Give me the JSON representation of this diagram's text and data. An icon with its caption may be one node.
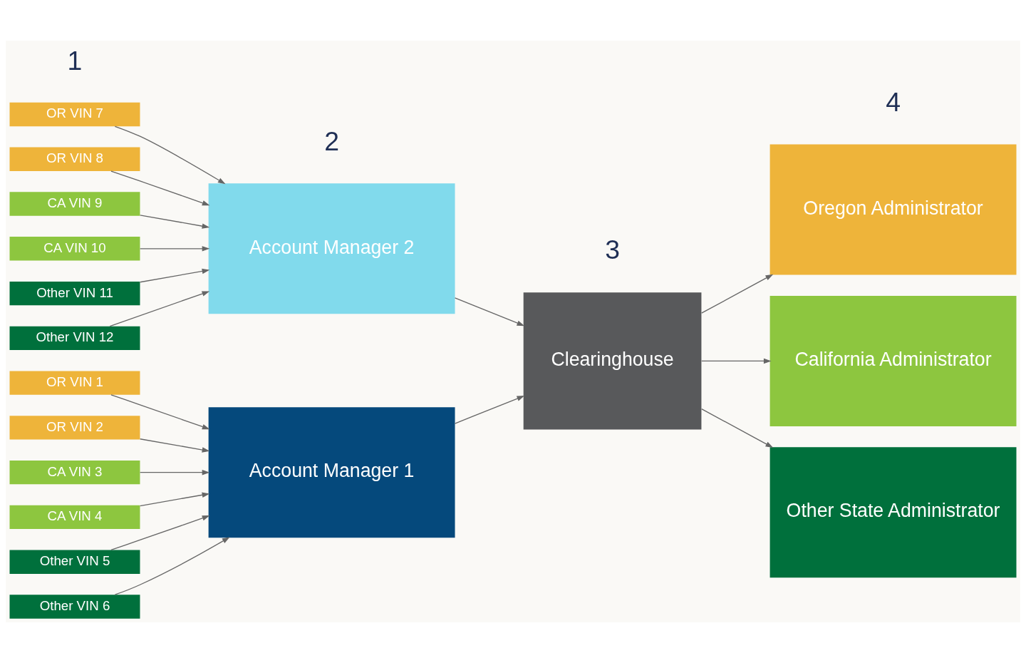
{
  "diagram": {
    "nodes": [
      {
        "text": [
          "OR VIN 1"
        ]
      },
      {
        "text": [
          "OR VIN 2"
        ]
      },
      {
        "text": [
          "CA VIN 3"
        ]
      },
      {
        "text": [
          "CA VIN 4"
        ]
      },
      {
        "text": [
          "Other VIN 5"
        ]
      },
      {
        "text": [
          "Other VIN 6"
        ]
      },
      {
        "text": [
          "Account Manager 1"
        ]
      },
      {
        "text": [
          "OR VIN 7"
        ]
      },
      {
        "text": [
          "OR VIN 8"
        ]
      },
      {
        "text": [
          "CA VIN 9"
        ]
      },
      {
        "text": [
          "CA VIN 10"
        ]
      },
      {
        "text": [
          "Other VIN 11"
        ]
      },
      {
        "text": [
          "Other VIN 12"
        ]
      },
      {
        "text": [
          "Account Manager 2"
        ]
      },
      {
        "text": [
          "Clearinghouse"
        ]
      },
      {
        "text": [
          "Oregon Administrator"
        ]
      },
      {
        "text": [
          "California Administrator"
        ]
      },
      {
        "text": [
          "Other State Administrator"
        ]
      }
    ],
    "edges": [
      {
        "from": 0,
        "to": 6,
        "arrow": "to"
      },
      {
        "from": 1,
        "to": 6,
        "arrow": "to"
      },
      {
        "from": 2,
        "to": 6,
        "arrow": "to"
      },
      {
        "from": 3,
        "to": 6,
        "arrow": "to"
      },
      {
        "from": 4,
        "to": 6,
        "arrow": "to"
      },
      {
        "from": 5,
        "to": 6,
        "arrow": "to"
      },
      {
        "from": 7,
        "to": 13,
        "arrow": "to"
      },
      {
        "from": 8,
        "to": 13,
        "arrow": "to"
      },
      {
        "from": 9,
        "to": 13,
        "arrow": "to"
      },
      {
        "from": 10,
        "to": 13,
        "arrow": "to"
      },
      {
        "from": 11,
        "to": 13,
        "arrow": "to"
      },
      {
        "from": 12,
        "to": 13,
        "arrow": "to"
      },
      {
        "from": 6,
        "to": 14,
        "arrow": "to"
      },
      {
        "from": 13,
        "to": 14,
        "arrow": "to"
      },
      {
        "from": 14,
        "to": 15,
        "arrow": "to"
      },
      {
        "from": 14,
        "to": 16,
        "arrow": "to"
      },
      {
        "from": 14,
        "to": 17,
        "arrow": "to"
      }
    ],
    "labels": [
      "1",
      "2",
      "3",
      "4"
    ]
  }
}
